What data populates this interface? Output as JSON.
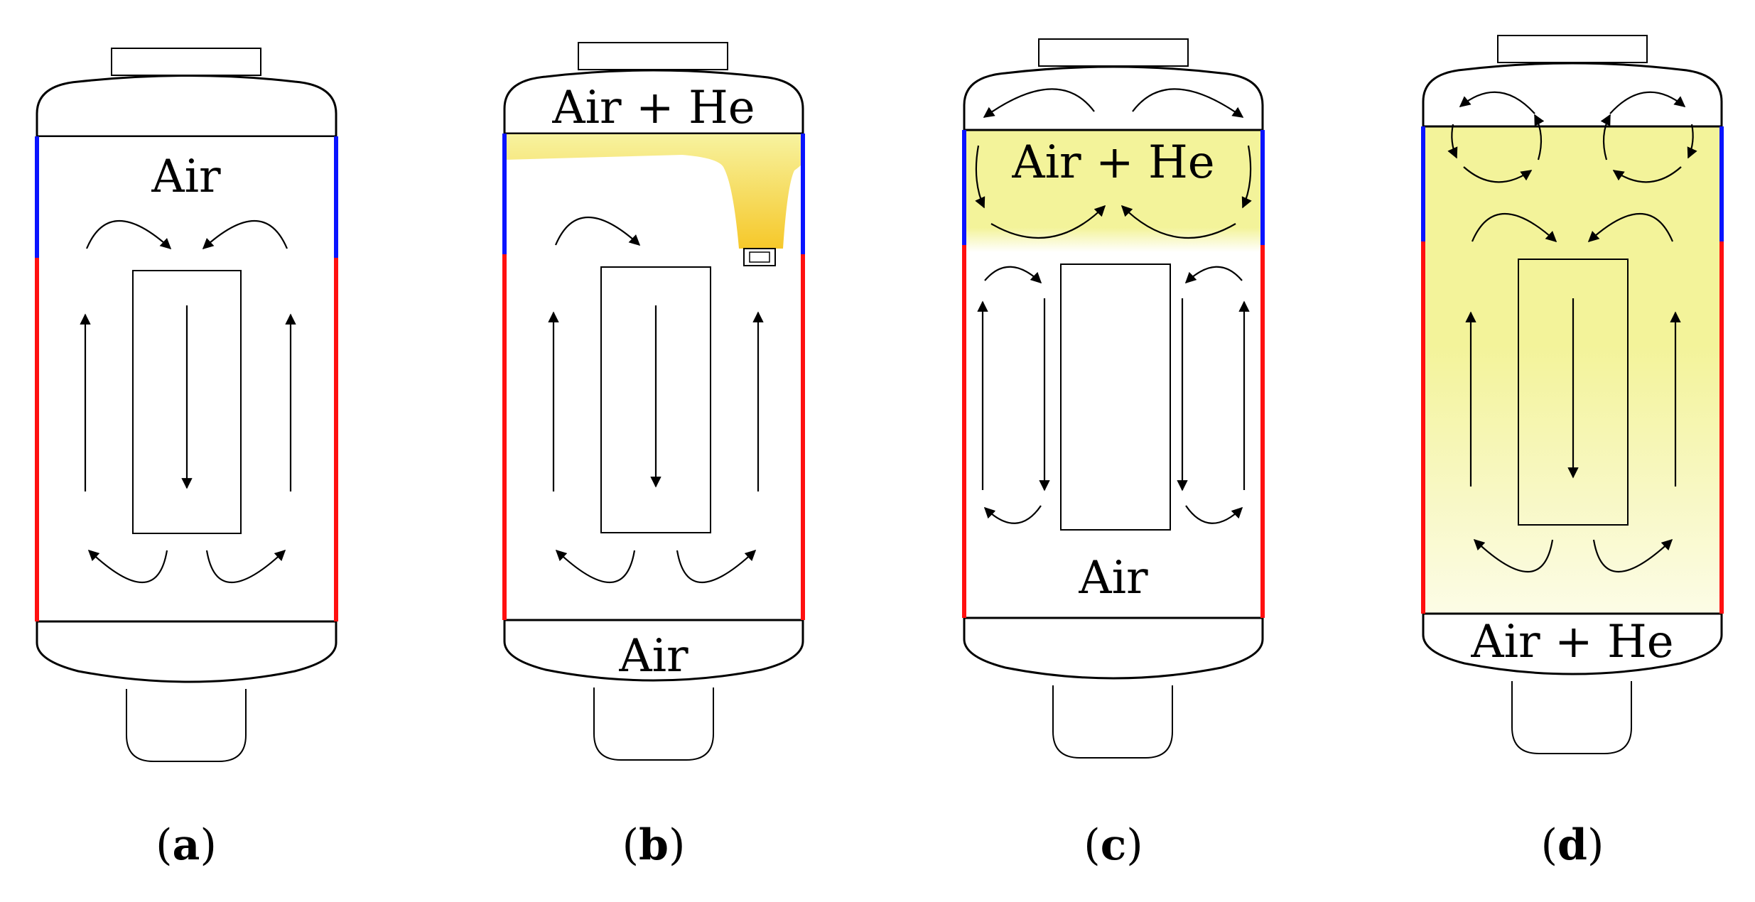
{
  "panels": [
    {
      "id": "a",
      "label_open": "(",
      "label_letter": "a",
      "label_close": ")",
      "gas_labels": [
        "Air"
      ],
      "helium_upper": false,
      "helium_plume": false,
      "helium_lower": false
    },
    {
      "id": "b",
      "label_open": "(",
      "label_letter": "b",
      "label_close": ")",
      "gas_labels": [
        "Air + He",
        "Air"
      ],
      "helium_upper": true,
      "helium_plume": true,
      "helium_lower": false
    },
    {
      "id": "c",
      "label_open": "(",
      "label_letter": "c",
      "label_close": ")",
      "gas_labels": [
        "Air + He",
        "Air"
      ],
      "helium_upper": true,
      "helium_plume": false,
      "helium_lower": false
    },
    {
      "id": "d",
      "label_open": "(",
      "label_letter": "d",
      "label_close": ")",
      "gas_labels": [
        "Air + He"
      ],
      "helium_upper": true,
      "helium_plume": false,
      "helium_lower": true
    }
  ],
  "colors": {
    "helium_fill": "#f3f39a",
    "helium_light": "#fcfce6",
    "plume_core": "#f6cf2e",
    "cold_wall": "#0a14ff",
    "hot_wall": "#ff1010"
  }
}
